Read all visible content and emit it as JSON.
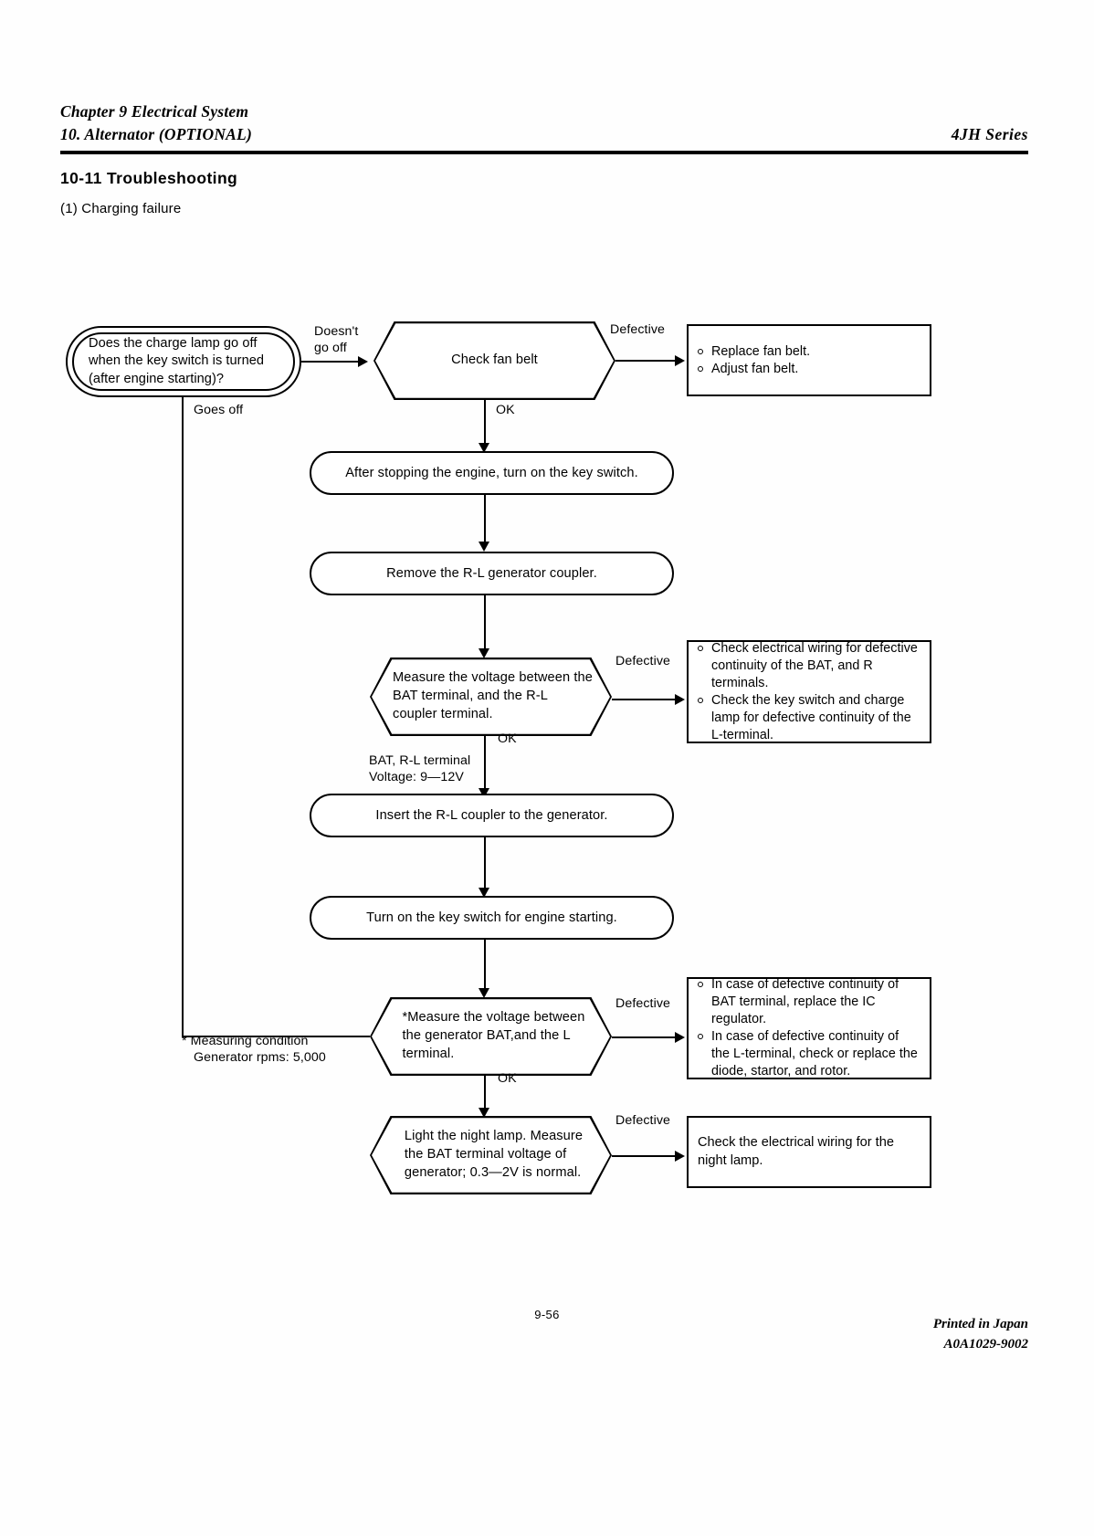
{
  "header": {
    "chapter": "Chapter 9 Electrical System",
    "section": "10.  Alternator (OPTIONAL)",
    "series": "4JH  Series",
    "heading": "10-11 Troubleshooting",
    "subheading": "(1) Charging failure"
  },
  "flow": {
    "start": {
      "line1": "Does the charge lamp go off",
      "line2": "when the key switch is turned",
      "line3": "(after engine starting)?"
    },
    "edges": {
      "doesnt_go_off_1": "Doesn't",
      "doesnt_go_off_2": "go off",
      "goes_off": "Goes off",
      "defective_1": "Defective",
      "defective_2": "Defective",
      "defective_3": "Defective",
      "defective_4": "Defective",
      "ok_1": "OK",
      "ok_2": "OK",
      "ok_3": "OK"
    },
    "check_fan_belt": "Check fan belt",
    "fan_belt_actions": [
      "Replace fan belt.",
      "Adjust fan belt."
    ],
    "after_stopping": "After stopping the engine, turn on the key switch.",
    "remove_coupler": "Remove the R-L generator coupler.",
    "measure_bat_rl": {
      "line1": "Measure the voltage between the",
      "line2": "BAT terminal, and the  R-L",
      "line3": "coupler  terminal."
    },
    "bat_rl_note": {
      "line1": "BAT, R-L terminal",
      "line2": "Voltage: 9—12V"
    },
    "wiring_actions": [
      "Check electrical wiring for defective continuity of the BAT, and R terminals.",
      "Check the key switch and charge lamp for defective continuity of the L-terminal."
    ],
    "insert_coupler": "Insert the R-L coupler to the generator.",
    "turn_on_key": "Turn on the key switch for engine starting.",
    "measure_gen_bat": {
      "line1": "*Measure the voltage between",
      "line2": "the generator BAT,and the L",
      "line3": "terminal."
    },
    "measuring_condition": {
      "line1": "* Measuring condition",
      "line2": "Generator rpms: 5,000"
    },
    "regulator_actions": [
      "In case of defective continuity of BAT terminal, replace the IC regulator.",
      "In case of defective continuity of the L-terminal, check or replace the diode, startor, and rotor."
    ],
    "night_lamp": {
      "line1": "Light the night lamp. Measure",
      "line2": "the BAT terminal voltage of",
      "line3": "generator; 0.3—2V is normal."
    },
    "night_lamp_action": {
      "line1": "Check the electrical wiring for the",
      "line2": "night lamp."
    }
  },
  "footer": {
    "page": "9-56",
    "printed": "Printed in Japan",
    "code": "A0A1029-9002"
  }
}
